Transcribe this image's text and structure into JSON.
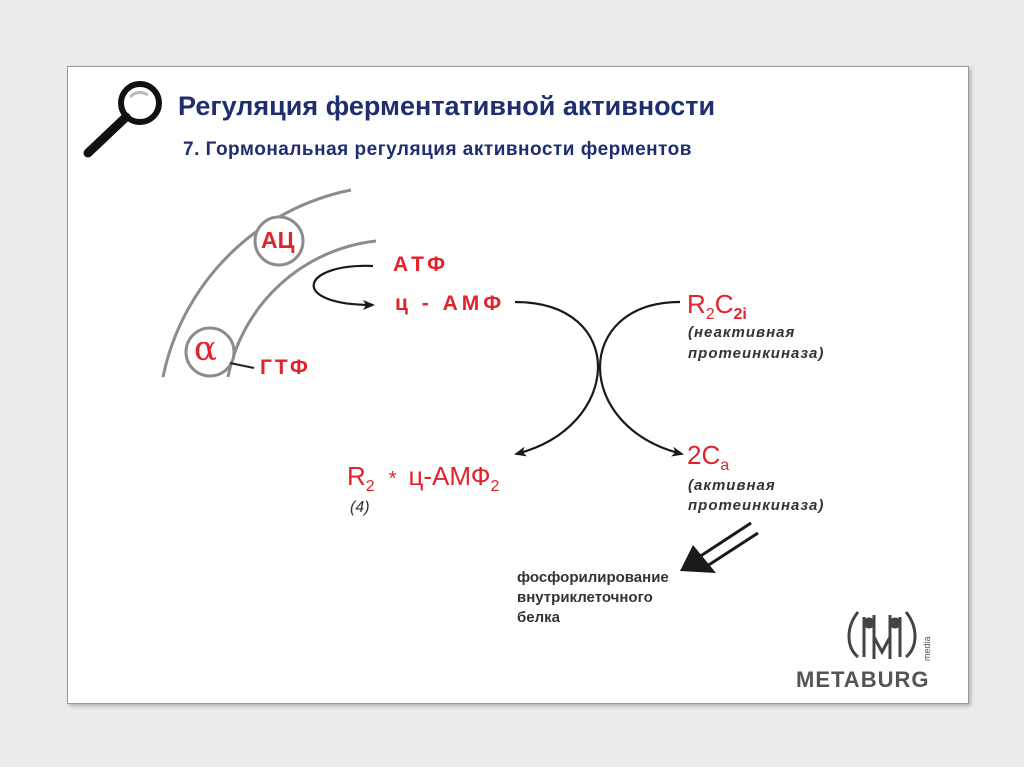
{
  "title": "Регуляция ферментативной активности",
  "subtitle": "7. Гормональная регуляция активности ферментов",
  "membrane": {
    "ac_label": "АЦ",
    "alpha_label": "α",
    "gtp_label": "ГТФ"
  },
  "pathway": {
    "atp": "АТФ",
    "camp": "ц - АМФ",
    "r2c2_base": "R",
    "r2c2_sub1": "2",
    "r2c2_mid": "C",
    "r2c2_sub2": "2i",
    "inactive_line1": "(неактивная",
    "inactive_line2": "протеинкиназа)",
    "r2camp_r": "R",
    "r2camp_sub": "2",
    "r2camp_star": "*",
    "r2camp_mid": "ц-АМФ",
    "r2camp_sub2": "2",
    "r2camp_count": "(4)",
    "ca_base": "2C",
    "ca_sub": "a",
    "active_line1": "(активная",
    "active_line2": "протеинкиназа)",
    "result_line1": "фосфорилирование",
    "result_line2": "внутриклеточного",
    "result_line3": "белка"
  },
  "logo": {
    "name": "METABURG",
    "media": "media"
  },
  "colors": {
    "title": "#1f2e6e",
    "red": "#e3232b",
    "membrane": "#8c8c8c",
    "text_dark": "#333333"
  }
}
